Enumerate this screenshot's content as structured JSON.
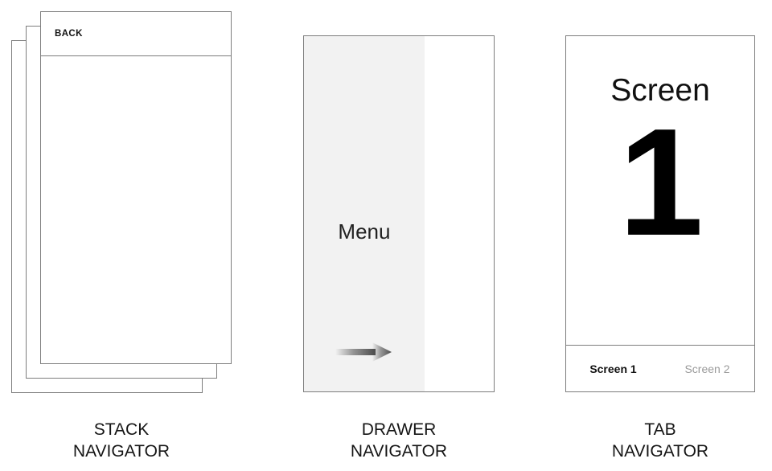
{
  "page": {
    "title": "Navigator Types Diagram",
    "background_color": "#ffffff",
    "border_color": "#7d7d7d"
  },
  "stack_navigator": {
    "caption_line1": "STACK",
    "caption_line2": "NAVIGATOR",
    "card_count": 3,
    "header": {
      "back_label": "BACK"
    }
  },
  "drawer_navigator": {
    "caption_line1": "DRAWER",
    "caption_line2": "NAVIGATOR",
    "panel": {
      "menu_label": "Menu",
      "panel_color": "#f2f2f2",
      "arrow_icon": "arrow-right-icon"
    }
  },
  "tab_navigator": {
    "caption_line1": "TAB",
    "caption_line2": "NAVIGATOR",
    "screen": {
      "title": "Screen",
      "number": "1"
    },
    "tabs": [
      {
        "label": "Screen 1",
        "active": true,
        "color": "#111111"
      },
      {
        "label": "Screen 2",
        "active": false,
        "color": "#9a9a9a"
      }
    ]
  }
}
